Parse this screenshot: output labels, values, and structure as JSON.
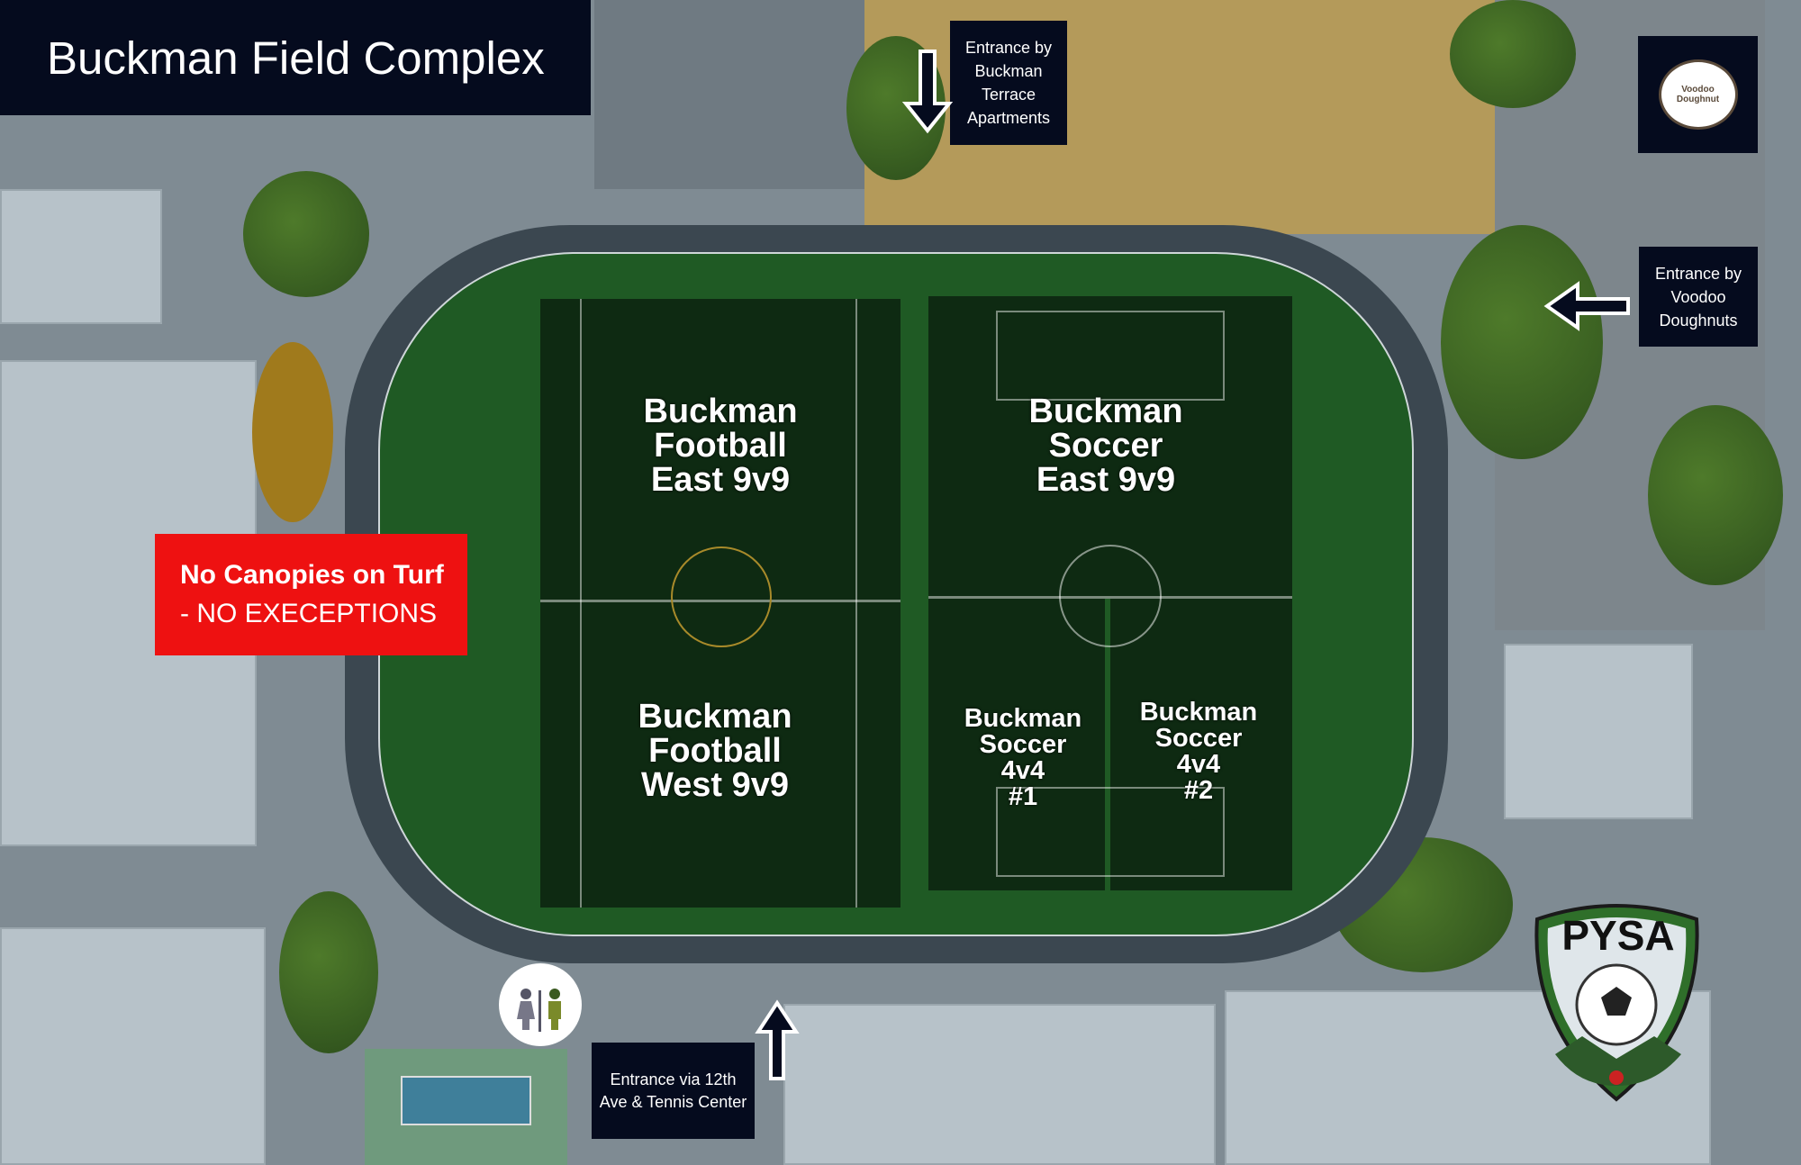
{
  "title": "Buckman Field Complex",
  "entrances": {
    "north": "Entrance by Buckman Terrace Apartments",
    "east": "Entrance by Voodoo Doughnuts",
    "south": "Entrance via 12th Ave & Tennis Center"
  },
  "notice": {
    "line1": "No Canopies on Turf",
    "line2": "- NO EXECEPTIONS"
  },
  "fields": {
    "football_east": "Buckman\nFootball\nEast 9v9",
    "football_west": "Buckman\nFootball\nWest 9v9",
    "soccer_east": "Buckman\nSoccer\nEast 9v9",
    "soccer_4v4_1": "Buckman\nSoccer\n4v4\n#1",
    "soccer_4v4_2": "Buckman\nSoccer\n4v4\n#2"
  },
  "logos": {
    "voodoo": "Voodoo Doughnut",
    "pysa": "PYSA"
  },
  "colors": {
    "navy": "#050b1e",
    "notice_red": "#ee1111",
    "turf": "#1f5a24"
  }
}
